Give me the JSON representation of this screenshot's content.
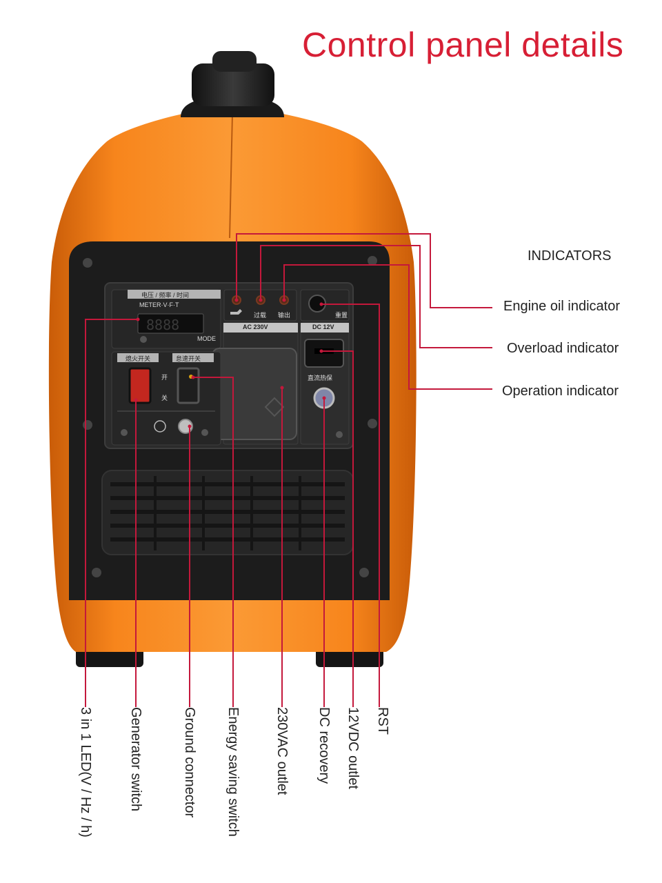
{
  "title": "Control panel details",
  "section_label": "INDICATORS",
  "indicators": {
    "engine_oil": "Engine oil indicator",
    "overload": "Overload indicator",
    "operation": "Operation indicator"
  },
  "bottom_labels": {
    "led": "3 in 1 LED(V / Hz / h)",
    "generator_switch": "Generator switch",
    "ground_connector": "Ground connector",
    "energy_saving_switch": "Energy saving switch",
    "ac_outlet": "230VAC outlet",
    "dc_recovery": "DC recovery",
    "dc_outlet": "12VDC outlet",
    "rst": "RST"
  },
  "panel_text": {
    "meter_cn": "电压 / 频率 / 时间",
    "meter": "METER·V·F·T",
    "mode": "MODE",
    "overload_cn": "过载",
    "output_cn": "输出",
    "reset_cn": "重置",
    "ac": "AC 230V",
    "dc": "DC 12V",
    "dc_protect_cn": "直流热保",
    "ignition_cn": "熄火开关",
    "eco_cn": "怠速开关",
    "on_cn": "开",
    "off_cn": "关"
  },
  "colors": {
    "accent": "#d71f35",
    "body": "#f7851c",
    "panel": "#1c1c1c"
  }
}
